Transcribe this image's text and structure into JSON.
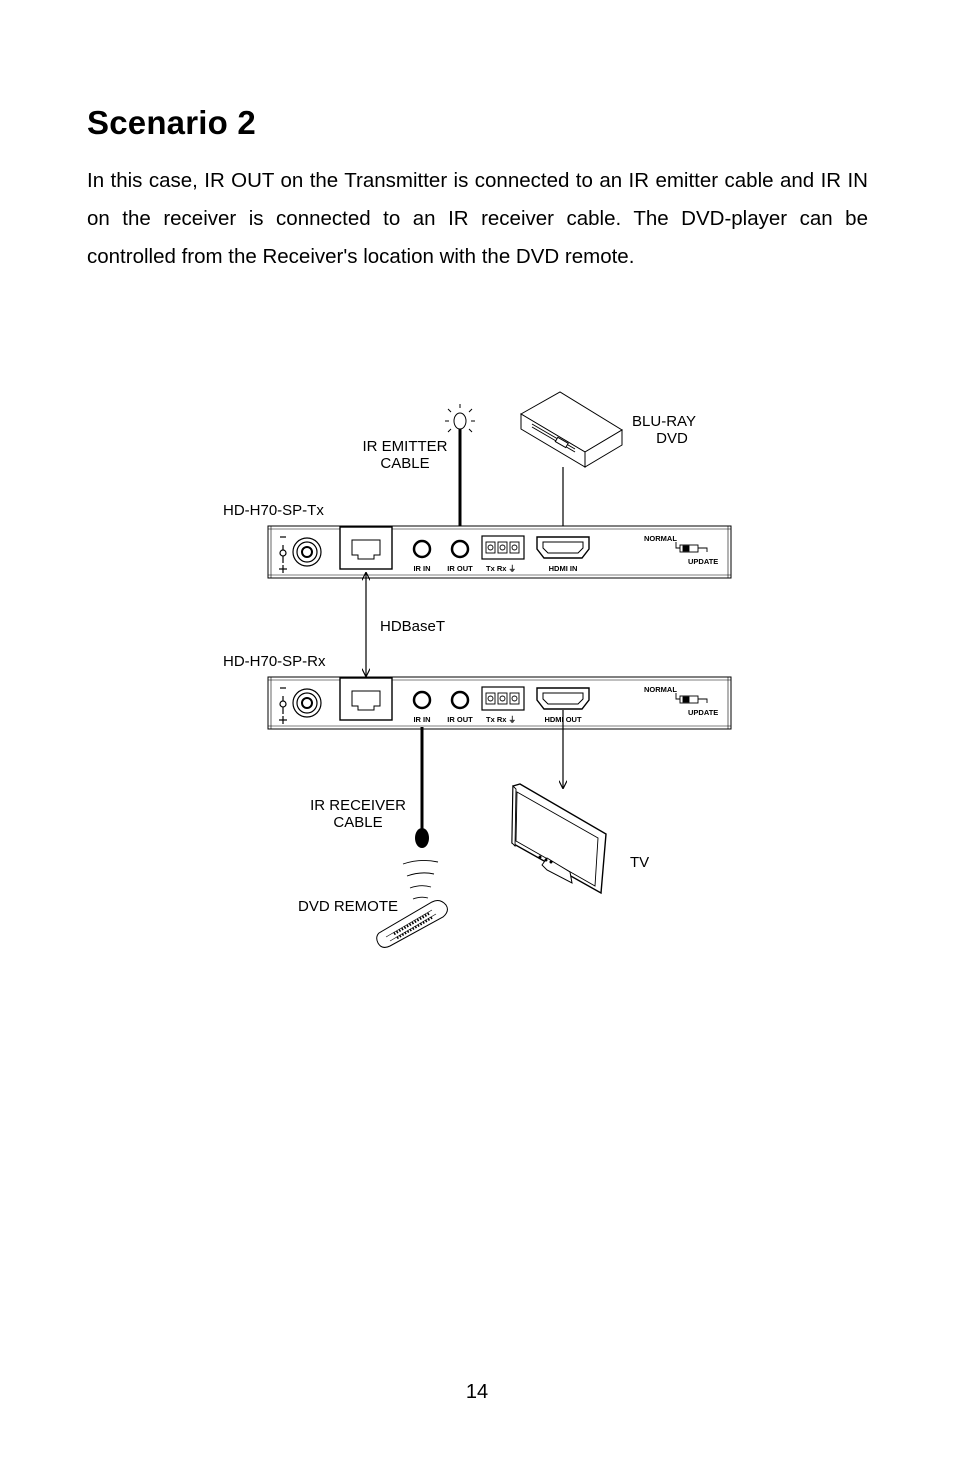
{
  "heading": "Scenario 2",
  "paragraph": "In this case, IR OUT on the Transmitter is connected to an IR emitter cable and IR IN on the receiver is connected to an IR receiver cable. The DVD-player can be controlled from the Receiver's location with the DVD remote.",
  "diagram": {
    "ir_emitter_label": [
      "IR EMITTER",
      "CABLE"
    ],
    "bluray_label": [
      "BLU-RAY",
      "DVD"
    ],
    "tx_label": "HD-H70-SP-Tx",
    "rx_label": "HD-H70-SP-Rx",
    "hdbaset_label": "HDBaseT",
    "ir_receiver_label": [
      "IR RECEIVER",
      "CABLE"
    ],
    "dvd_remote_label": "DVD REMOTE",
    "tv_label": "TV",
    "tx_ports": {
      "ir_in": "IR IN",
      "ir_out": "IR OUT",
      "txrx": "Tx Rx ⏚",
      "hdmi": "HDMI IN",
      "normal": "NORMAL",
      "update": "UPDATE"
    },
    "rx_ports": {
      "ir_in": "IR IN",
      "ir_out": "IR OUT",
      "txrx": "Tx Rx ⏚",
      "hdmi": "HDMI OUT",
      "normal": "NORMAL",
      "update": "UPDATE"
    }
  },
  "page_number": "14"
}
